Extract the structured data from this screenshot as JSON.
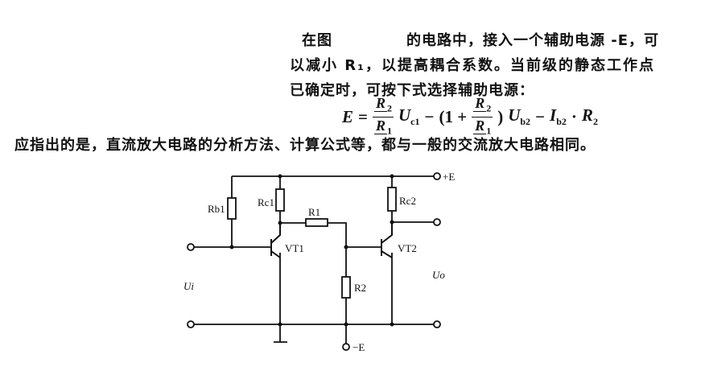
{
  "text": {
    "line1a": "在图",
    "line1b": "的电路中，接入一个辅助电源 -E，可",
    "line2": "以减小 R₁，以提高耦合系数。当前级的静态工作点",
    "line3": "已确定时，可按下式选择辅助电源：",
    "line5": "应指出的是，直流放大电路的分析方法、计算公式等，都与一般的交流放大电路相同。"
  },
  "formula": {
    "lhs": "E",
    "eq": "=",
    "r2": "R",
    "r2sub": "2",
    "r1": "R",
    "r1sub": "1",
    "u1": "U",
    "u1sub": "c1",
    "minus": "−",
    "open": "(1 +",
    "close": ")",
    "u2": "U",
    "u2sub": "b2",
    "minus2": "−",
    "i": "I",
    "isub": "b2",
    "dot": "·",
    "r": "R",
    "rsub": "2"
  },
  "diagram": {
    "vcc": "+E",
    "rb1": "Rb1",
    "rc1": "Rc1",
    "r1": "R1",
    "rc2": "Rc2",
    "vt1": "VT1",
    "vt2": "VT2",
    "r2": "R2",
    "ui": "Ui",
    "uo": "Uo",
    "neg_e": "−E"
  }
}
